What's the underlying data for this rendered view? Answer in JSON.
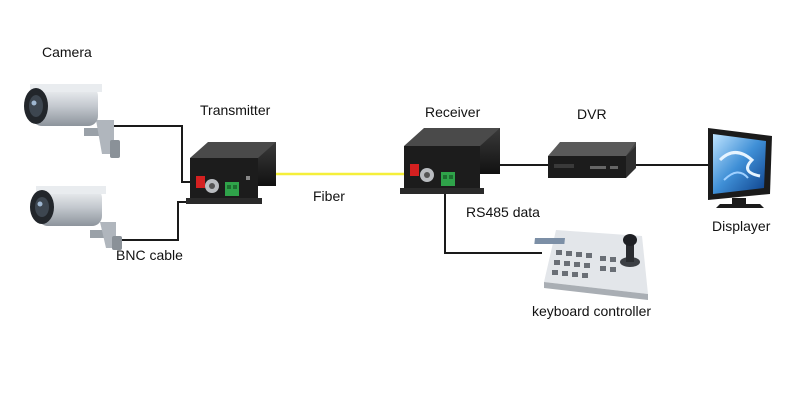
{
  "labels": {
    "camera": "Camera",
    "transmitter": "Transmitter",
    "receiver": "Receiver",
    "dvr": "DVR",
    "fiber": "Fiber",
    "rs485": "RS485 data",
    "displayer": "Displayer",
    "bnc_cable": "BNC cable",
    "keyboard": "keyboard controller"
  },
  "colors": {
    "cable": "#1a1a1a",
    "fiber": "#f5ef3a",
    "device_body": "#1c1c1c",
    "bnc_connector": "#d42020",
    "terminal_block": "#2fa34a",
    "camera_body": "#cfd3d8",
    "keyboard_body": "#e3e6ea"
  },
  "icons": {
    "camera_top": "cctv-camera-icon",
    "camera_bottom": "cctv-camera-icon",
    "transmitter": "fiber-transmitter-icon",
    "receiver": "fiber-receiver-icon",
    "dvr": "dvr-recorder-icon",
    "monitor": "monitor-icon",
    "keyboard": "ptz-keyboard-icon"
  }
}
